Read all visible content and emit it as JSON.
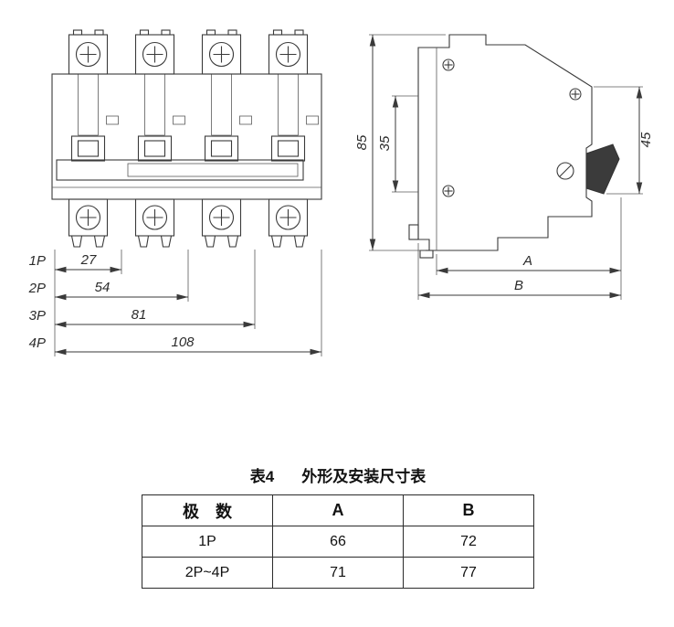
{
  "front_view": {
    "pole_labels": [
      "1P",
      "2P",
      "3P",
      "4P"
    ],
    "dim_labels": [
      "27",
      "54",
      "81",
      "108"
    ]
  },
  "side_view": {
    "dim_height": "85",
    "dim_rail": "35",
    "dim_front": "45",
    "dim_a": "A",
    "dim_b": "B"
  },
  "table": {
    "caption_no": "表4",
    "caption_title": "外形及安装尺寸表",
    "headers": [
      "极　数",
      "A",
      "B"
    ],
    "rows": [
      [
        "1P",
        "66",
        "72"
      ],
      [
        "2P~4P",
        "71",
        "77"
      ]
    ]
  }
}
